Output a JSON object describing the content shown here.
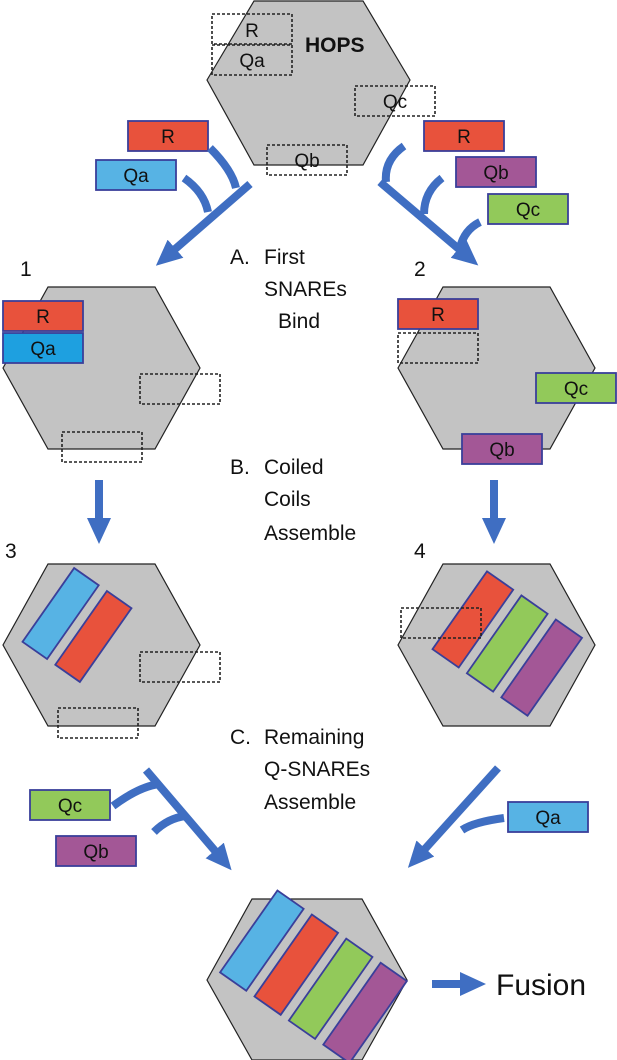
{
  "colors": {
    "R": "#e8523c",
    "Qa": "#57b3e4",
    "Qb": "#a35796",
    "Qc": "#92c95a",
    "hexagon": "#c3c3c3",
    "arrow": "#3f6ec2"
  },
  "hops": {
    "title": "HOPS",
    "slots": {
      "r": "R",
      "qa": "Qa",
      "qc": "Qc",
      "qb": "Qb"
    }
  },
  "incoming_left": {
    "r": "R",
    "qa": "Qa"
  },
  "incoming_right": {
    "r": "R",
    "qb": "Qb",
    "qc": "Qc"
  },
  "stages": {
    "a": {
      "letter": "A.",
      "lines": [
        "First",
        "SNAREs",
        "Bind"
      ]
    },
    "b": {
      "letter": "B.",
      "lines": [
        "Coiled",
        "Coils",
        "Assemble"
      ]
    },
    "c": {
      "letter": "C.",
      "lines": [
        "Remaining",
        "Q-SNAREs",
        "Assemble"
      ]
    }
  },
  "intermediates": {
    "one": {
      "number": "1",
      "r": "R",
      "qa": "Qa"
    },
    "two": {
      "number": "2",
      "r": "R",
      "qc": "Qc",
      "qb": "Qb"
    },
    "three": {
      "number": "3"
    },
    "four": {
      "number": "4"
    }
  },
  "incoming_bottom_left": {
    "qc": "Qc",
    "qb": "Qb"
  },
  "incoming_bottom_right": {
    "qa": "Qa"
  },
  "result": "Fusion"
}
